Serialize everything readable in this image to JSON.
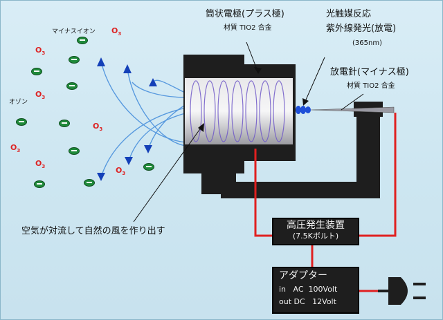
{
  "labels": {
    "electrode_title": "筒状電極(プラス極)",
    "electrode_material": "材質 TIO2 合金",
    "reaction_line1": "光触媒反応",
    "reaction_line2": "紫外線発光(放電)",
    "reaction_line3": "(365nm)",
    "needle_title": "放電針(マイナス極)",
    "needle_material": "材質 TIO2 合金",
    "minus_ion": "マイナスイオン",
    "ozone": "オゾン",
    "convection": "空気が対流して自然の風を作り出す"
  },
  "boxes": {
    "generator_line1": "高圧発生装置",
    "generator_line2": "(7.5Kボルト)",
    "adapter_title": "アダプター",
    "adapter_in": "in   AC  100Volt",
    "adapter_out": "out DC   12Volt"
  },
  "ion_symbol": {
    "o3_letter": "O",
    "o3_sub": "3"
  },
  "colors": {
    "background": "#cde6f1",
    "device": "#1e1e1e",
    "wire": "#e02020",
    "negative_ion": "#1f8a3a",
    "ozone": "#d22222",
    "airflow": "#2f7fd8"
  }
}
